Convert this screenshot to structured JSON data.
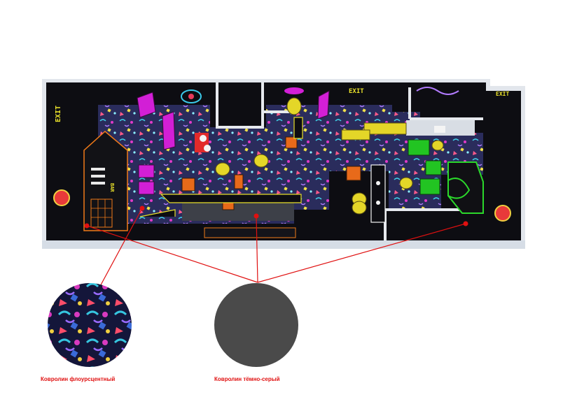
{
  "plan": {
    "exit_labels": [
      "EXIT",
      "EXIT",
      "EXIT"
    ],
    "bar_label": "BAR"
  },
  "legend": {
    "fluorescent_carpet": "Ковролин флоурсцентный",
    "dark_grey_carpet": "Ковролин тёмно-серый"
  },
  "colors": {
    "leader_line": "#e01010",
    "dark_grey_swatch": "#4a4a4a",
    "floor_dark": "#0d0d12",
    "carpet_base": "#2a2a5a",
    "neon_magenta": "#d21fd6",
    "neon_green": "#2bd82b",
    "neon_yellow": "#e8e02a",
    "neon_orange": "#f07a18"
  },
  "icons": [
    "swatch-fluorescent-icon",
    "swatch-dark-grey-icon"
  ]
}
